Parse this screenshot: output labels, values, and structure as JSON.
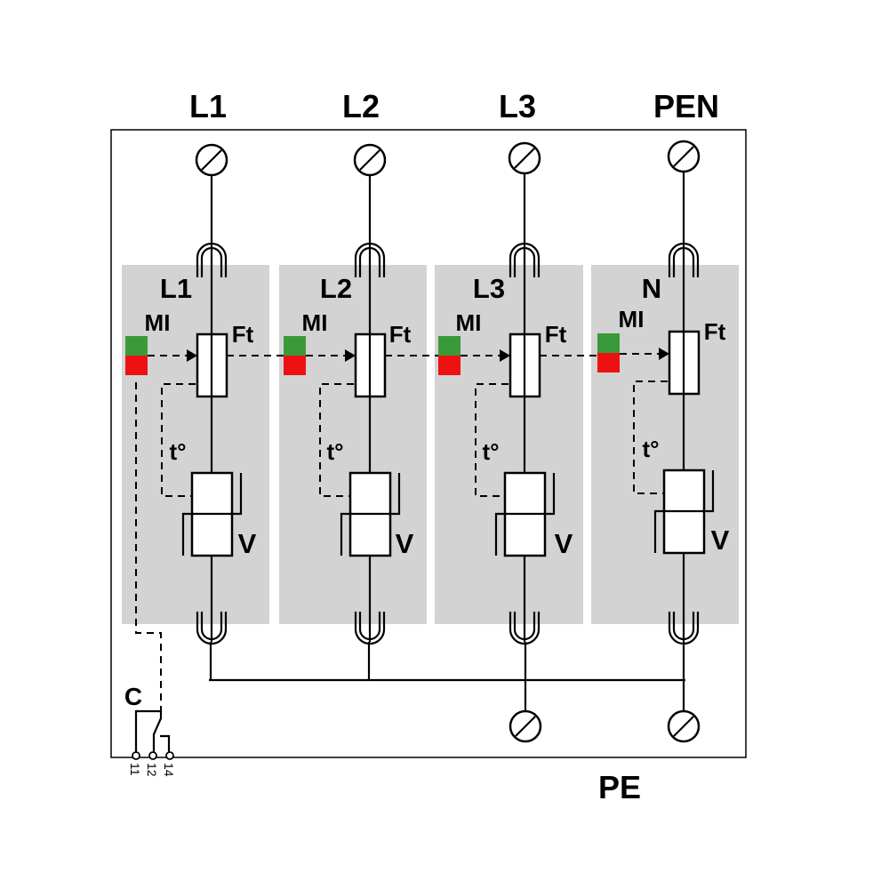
{
  "top_terminals": [
    {
      "label": "L1"
    },
    {
      "label": "L2"
    },
    {
      "label": "L3"
    },
    {
      "label": "PEN"
    }
  ],
  "modules": [
    {
      "label": "L1",
      "indicator_label": "MI",
      "fuse_label": "Ft",
      "thermal_label": "t°",
      "varistor_label": "V"
    },
    {
      "label": "L2",
      "indicator_label": "MI",
      "fuse_label": "Ft",
      "thermal_label": "t°",
      "varistor_label": "V"
    },
    {
      "label": "L3",
      "indicator_label": "MI",
      "fuse_label": "Ft",
      "thermal_label": "t°",
      "varistor_label": "V"
    },
    {
      "label": "N",
      "indicator_label": "MI",
      "fuse_label": "Ft",
      "thermal_label": "t°",
      "varistor_label": "V"
    }
  ],
  "indicator_colors": {
    "ok": "#3a9a3a",
    "fault": "#ee1111"
  },
  "module_fill": "#d3d3d3",
  "contact": {
    "label": "C",
    "pins": [
      "11",
      "12",
      "14"
    ]
  },
  "bottom_label": "PE"
}
